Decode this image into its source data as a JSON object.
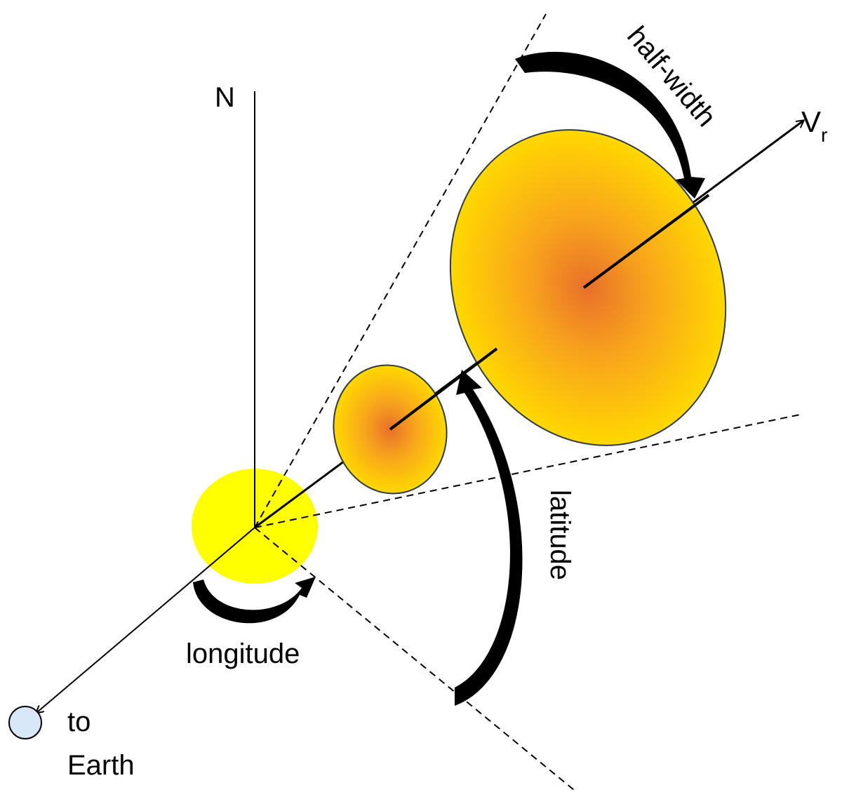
{
  "labels": {
    "north": "N",
    "velocity_main": "V",
    "velocity_sub": "r",
    "half_width": "half-width",
    "latitude": "latitude",
    "longitude": "longitude",
    "to_earth_line1": "to",
    "to_earth_line2": "Earth"
  },
  "colors": {
    "sun": "#ffff00",
    "cme_center": "#e8702a",
    "cme_edge": "#ffd400",
    "cme_outline": "#2f3b44",
    "earth": "#d8e8f8",
    "line": "#000000"
  }
}
